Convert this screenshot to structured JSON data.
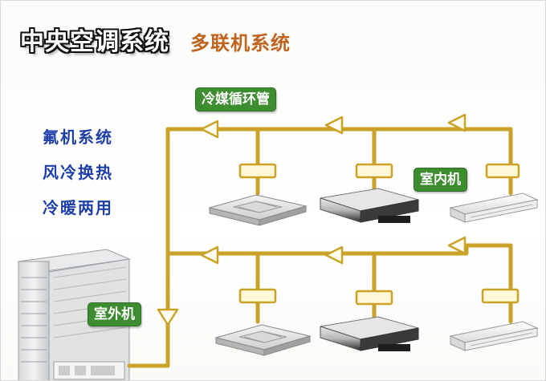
{
  "title": {
    "main": "中央空调系统",
    "sub": "多联机系统"
  },
  "features": [
    "氟机系统",
    "风冷换热",
    "冷暖两用"
  ],
  "labels": {
    "refrigerant_pipe": "冷媒循环管",
    "indoor_unit": "室内机",
    "outdoor_unit": "室外机"
  },
  "icons": {
    "flow_arrow": "triangle-arrow-icon",
    "connector": "pipe-connector-icon",
    "cassette_unit": "ceiling-cassette-unit-icon",
    "duct_unit": "ducted-unit-icon",
    "wall_unit": "ceiling-suspended-unit-icon",
    "outdoor_unit": "outdoor-condenser-icon"
  },
  "colors": {
    "pipe": "#c9a227",
    "label_bg": "#3d8c2f",
    "title_accent": "#c0631f",
    "feature_text": "#1f3fa8"
  }
}
